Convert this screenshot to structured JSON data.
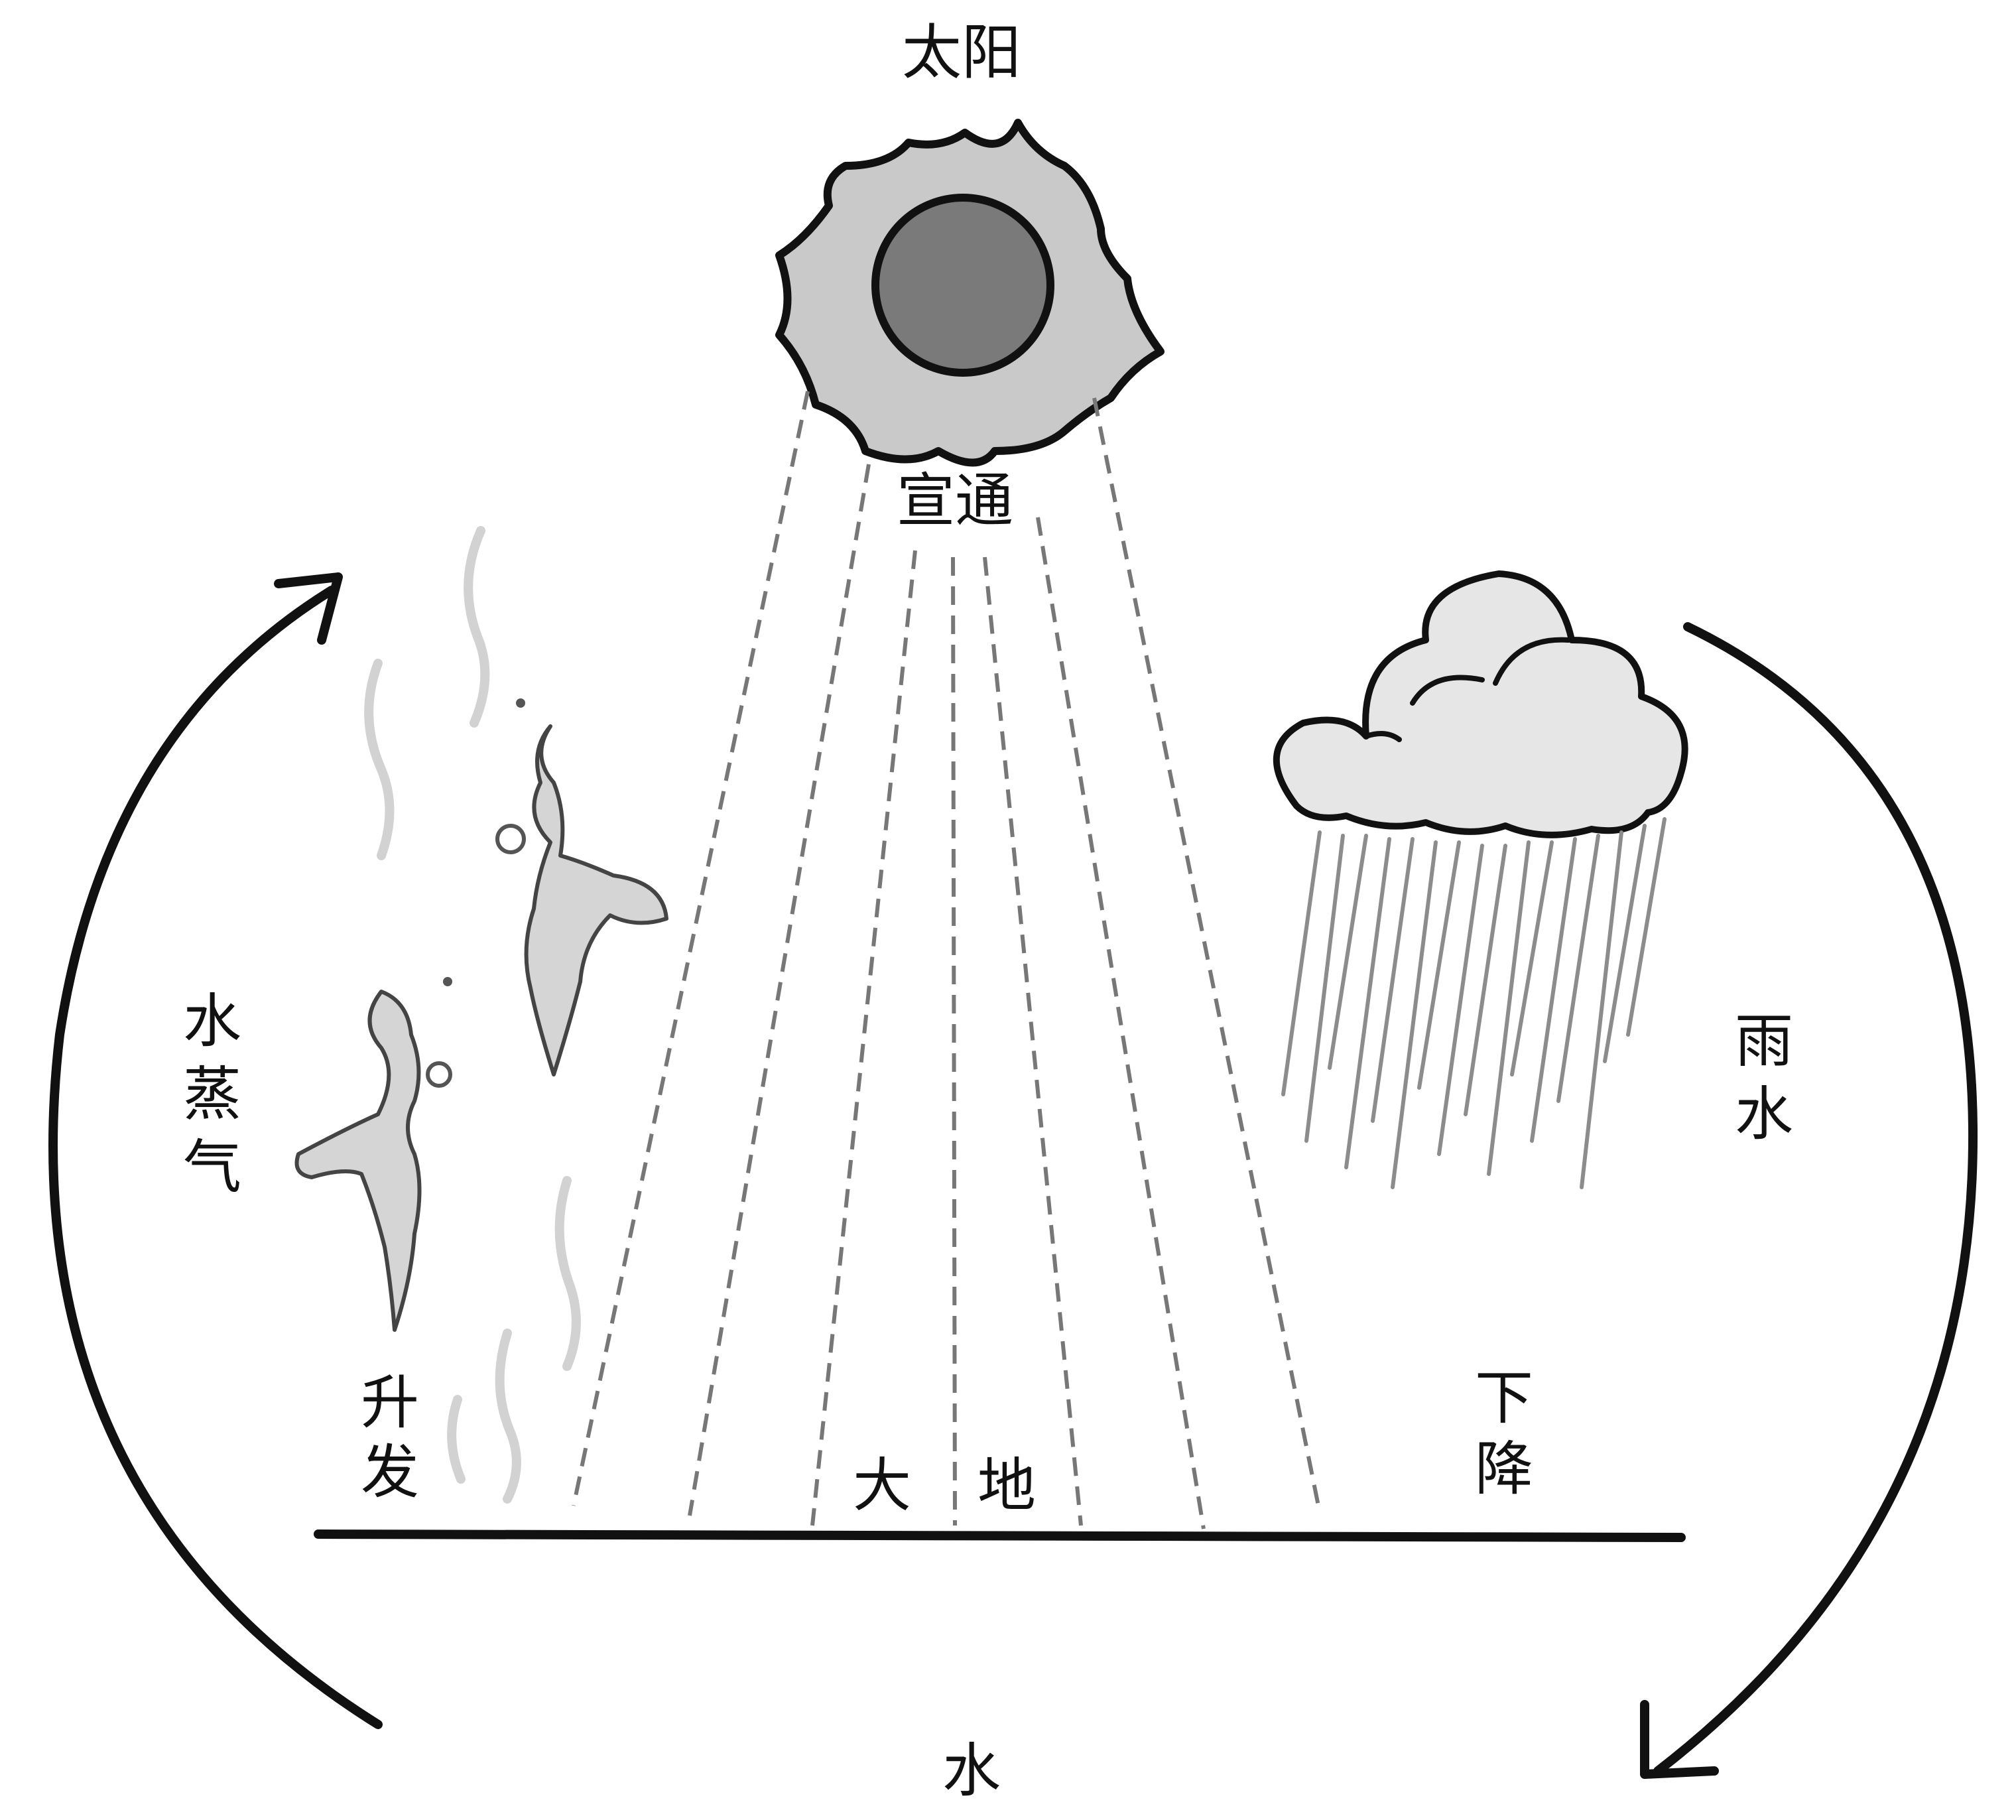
{
  "labels": {
    "sun": "太阳",
    "diffuse": "宣通",
    "earth_left": "大",
    "earth_right": "地",
    "vapor_1": "水",
    "vapor_2": "蒸",
    "vapor_3": "气",
    "rise_1": "升",
    "rise_2": "发",
    "rain_1": "雨",
    "rain_2": "水",
    "fall_1": "下",
    "fall_2": "降",
    "water": "水"
  },
  "colors": {
    "ink": "#111111",
    "sun_rays": "#c9c9c9",
    "sun_core": "#7a7a7a",
    "cloud": "#e6e6e6",
    "light_rays": "#777777",
    "rain": "#8c8c8c",
    "vapor": "#d5d5d5"
  }
}
